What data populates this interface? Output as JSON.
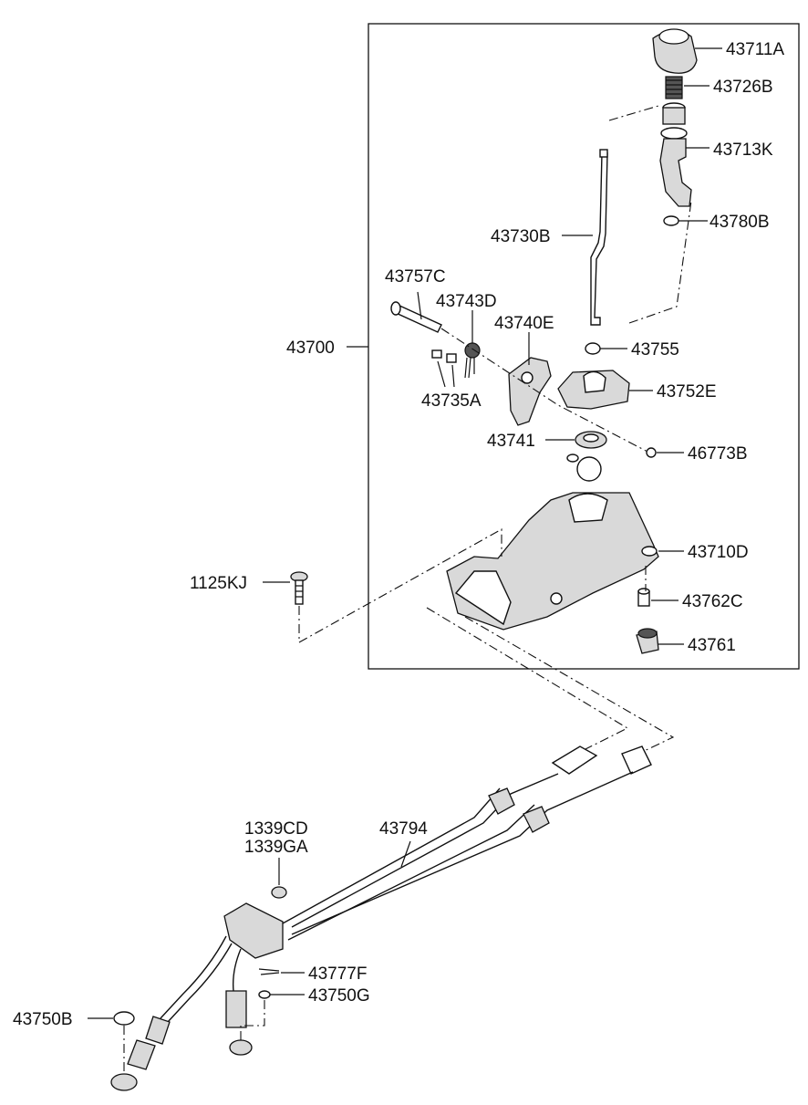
{
  "labels": {
    "p43711A": "43711A",
    "p43726B": "43726B",
    "p43713K": "43713K",
    "p43780B": "43780B",
    "p43730B": "43730B",
    "p43757C": "43757C",
    "p43743D": "43743D",
    "p43740E": "43740E",
    "p43700": "43700",
    "p43755": "43755",
    "p43752E": "43752E",
    "p43735A": "43735A",
    "p43741": "43741",
    "p46773B": "46773B",
    "p43710D": "43710D",
    "p1125KJ": "1125KJ",
    "p43762C": "43762C",
    "p43761": "43761",
    "p1339CD": "1339CD",
    "p1339GA": "1339GA",
    "p43794": "43794",
    "p43777F": "43777F",
    "p43750G": "43750G",
    "p43750B": "43750B"
  }
}
